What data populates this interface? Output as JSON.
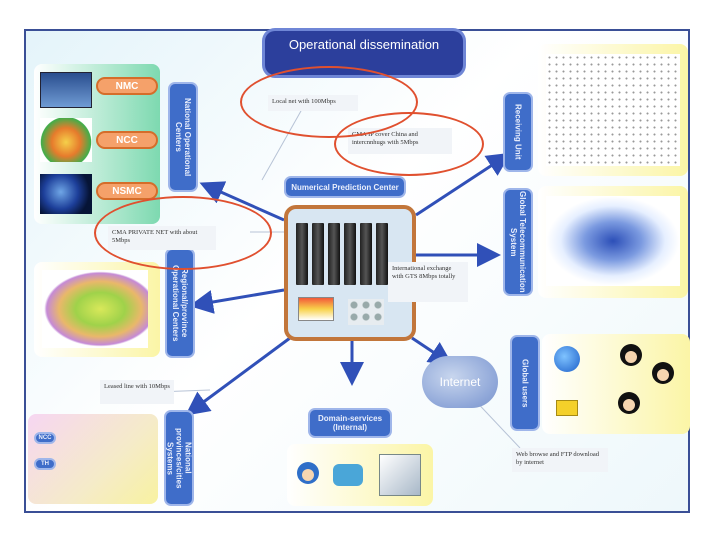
{
  "title": "Operational dissemination",
  "center_label": "Numerical Prediction Center",
  "pills": [
    "NMC",
    "NCC",
    "NSMC"
  ],
  "labels": {
    "national_centers": "National Operational Centers",
    "regional_centers": "Regional/province Operational Centers",
    "national_provinces": "National provinces/cities Systems",
    "receiving_unit": "Receiving Unit",
    "global_telecom": "Global Telecommunication System",
    "global_users": "Global users",
    "domain_service": "Domain-services (Internal)"
  },
  "notes": {
    "local_net": "Local net with 100Mbps",
    "cma_ip": "CMA IP cover China and intercnnhugs with 5Mbps",
    "cma_private": "CMA PRIVATE NET with about 5Mbps",
    "international": "International exchange with GTS 8Mbps totally",
    "leased_line": "Leased line with 10Mbps",
    "web_ftp": "Web browse and FTP download by internet"
  },
  "internet": "Internet",
  "nodes": [
    "NCC",
    "TH"
  ],
  "colors": {
    "title_bg": "#2c3f9c",
    "label_bg": "#3f6dc9",
    "ellipse": "#e0502f",
    "arrow": "#3050b8",
    "pill": "#f5a16a"
  }
}
